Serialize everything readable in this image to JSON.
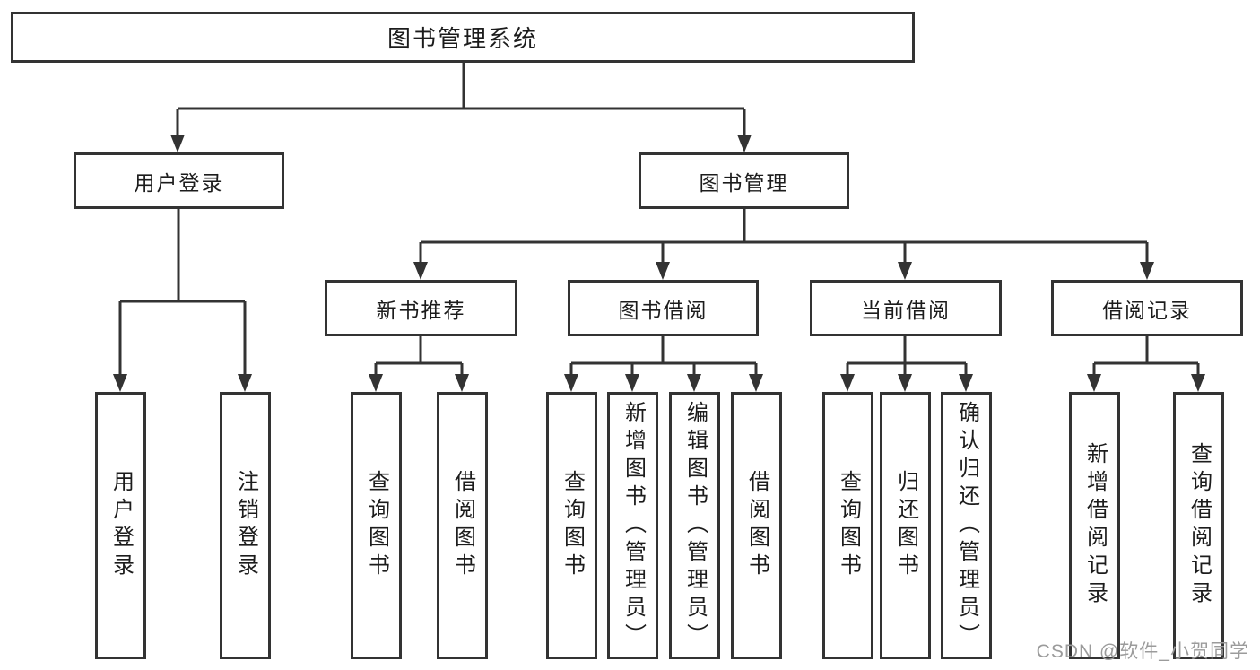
{
  "nodes": {
    "root": "图书管理系统",
    "level2": {
      "user_login": "用户登录",
      "book_mgmt": "图书管理"
    },
    "level3": {
      "new_books": "新书推荐",
      "book_borrow": "图书借阅",
      "current_borrow": "当前借阅",
      "borrow_records": "借阅记录"
    },
    "leaves": {
      "login": "用户登录",
      "logout": "注销登录",
      "nb_query": "查询图书",
      "nb_borrow": "借阅图书",
      "bb_query": "查询图书",
      "bb_add": "新增图书（管理员）",
      "bb_edit": "编辑图书（管理员）",
      "bb_borrow": "借阅图书",
      "cb_query": "查询图书",
      "cb_return": "归还图书",
      "cb_confirm": "确认归还（管理员）",
      "br_add": "新增借阅记录",
      "br_query": "查询借阅记录"
    }
  },
  "watermark": "CSDN @软件_小贺同学",
  "colors": {
    "line": "#333333",
    "text": "#1c1c1c",
    "watermark": "#9b9b9b",
    "background": "#ffffff"
  }
}
